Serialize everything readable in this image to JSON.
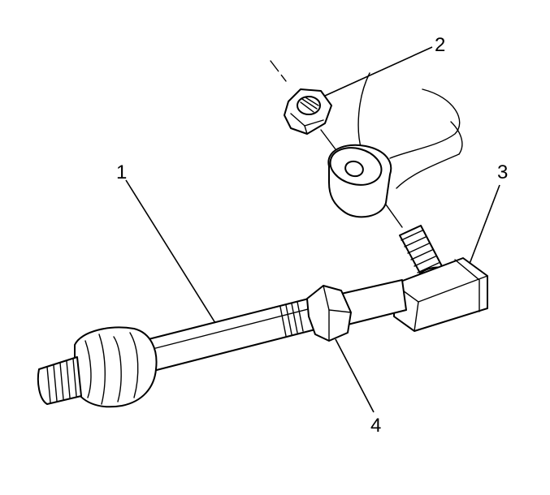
{
  "callouts": [
    {
      "id": "1",
      "label": "1",
      "part": "tie-rod"
    },
    {
      "id": "2",
      "label": "2",
      "part": "nut"
    },
    {
      "id": "3",
      "label": "3",
      "part": "outer-tie-rod-end"
    },
    {
      "id": "4",
      "label": "4",
      "part": "jam-nut"
    }
  ]
}
